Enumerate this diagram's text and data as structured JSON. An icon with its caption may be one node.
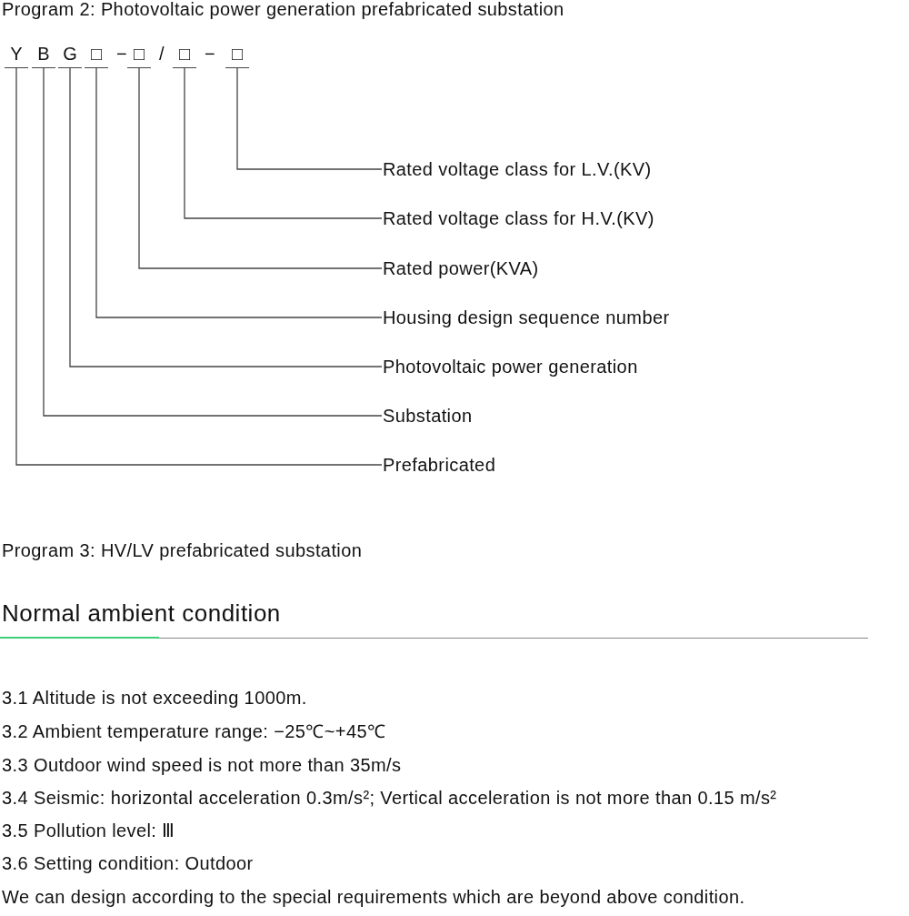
{
  "diagram": {
    "title": "Program 2: Photovoltaic power generation prefabricated substation",
    "nodes": [
      {
        "text": [
          "Y"
        ]
      },
      {
        "text": [
          "B"
        ]
      },
      {
        "text": [
          "G"
        ]
      },
      {
        "text": [
          "□"
        ]
      },
      {
        "text": [
          "□"
        ]
      },
      {
        "text": [
          "□"
        ]
      },
      {
        "text": [
          "□"
        ]
      },
      {
        "text": [
          "Rated voltage class for L.V.(KV)"
        ]
      },
      {
        "text": [
          "Rated voltage class for H.V.(KV)"
        ]
      },
      {
        "text": [
          "Rated power(KVA)"
        ]
      },
      {
        "text": [
          "Housing design sequence number"
        ]
      },
      {
        "text": [
          "Photovoltaic power generation"
        ]
      },
      {
        "text": [
          "Substation"
        ]
      },
      {
        "text": [
          "Prefabricated"
        ]
      }
    ],
    "edges": [
      {
        "from": 7,
        "to": 6,
        "arrow": "none"
      },
      {
        "from": 8,
        "to": 5,
        "arrow": "none"
      },
      {
        "from": 9,
        "to": 4,
        "arrow": "none"
      },
      {
        "from": 10,
        "to": 3,
        "arrow": "none"
      },
      {
        "from": 11,
        "to": 2,
        "arrow": "none"
      },
      {
        "from": 12,
        "to": 1,
        "arrow": "none"
      },
      {
        "from": 13,
        "to": 0,
        "arrow": "none"
      }
    ],
    "labels": [
      "−",
      "/",
      "−",
      "Program 3: HV/LV prefabricated substation",
      "Normal ambient condition",
      "3.1 Altitude is not exceeding 1000m.",
      "3.2 Ambient temperature range: −25℃~+45℃",
      "3.3 Outdoor wind speed is not more than 35m/s",
      "3.4 Seismic: horizontal acceleration 0.3m/s²; Vertical acceleration is not more than 0.15 m/s²",
      "3.5 Pollution level: Ⅲ",
      "3.6 Setting condition: Outdoor",
      "We can design according to the special requirements which are beyond above condition."
    ]
  }
}
